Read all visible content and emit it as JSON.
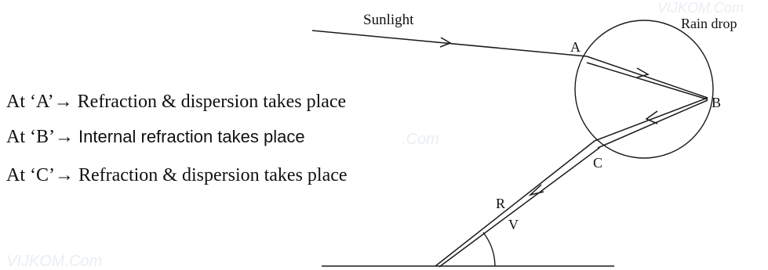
{
  "diagram": {
    "labels": {
      "sunlight": "Sunlight",
      "rain_drop": "Rain drop",
      "point_a": "A",
      "point_b": "B",
      "point_c": "C",
      "red": "R",
      "violet": "V"
    },
    "statements": [
      {
        "prefix": "At ‘A’",
        "arrow": "→",
        "text": "Refraction & dispersion takes place"
      },
      {
        "prefix": "At ‘B’",
        "arrow": "→",
        "text": "Internal refraction takes place"
      },
      {
        "prefix": "At ‘C’",
        "arrow": "→",
        "text": "Refraction & dispersion takes place"
      }
    ],
    "watermarks": {
      "top_right": "VIJKOM.Com",
      "middle": ".Com",
      "bottom_left": "VIJKOM.Com"
    }
  }
}
